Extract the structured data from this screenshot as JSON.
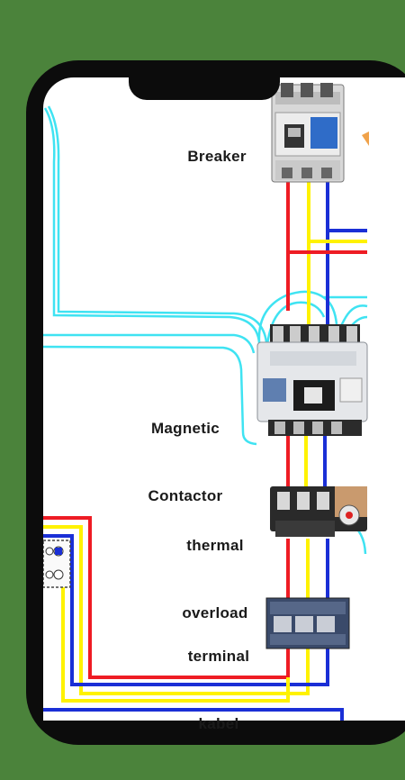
{
  "background_color": "#4b833b",
  "labels": {
    "breaker": "Breaker",
    "contactor_line1": "Magnetic",
    "contactor_line2": "Contactor",
    "overload_line1": "thermal",
    "overload_line2": "overload",
    "terminal_line1": "terminal",
    "terminal_line2": "kabel"
  },
  "wire_colors": {
    "red": "#ee1c24",
    "yellow": "#fff200",
    "blue": "#1a2fd6",
    "cyan": "#3fe3f2"
  }
}
